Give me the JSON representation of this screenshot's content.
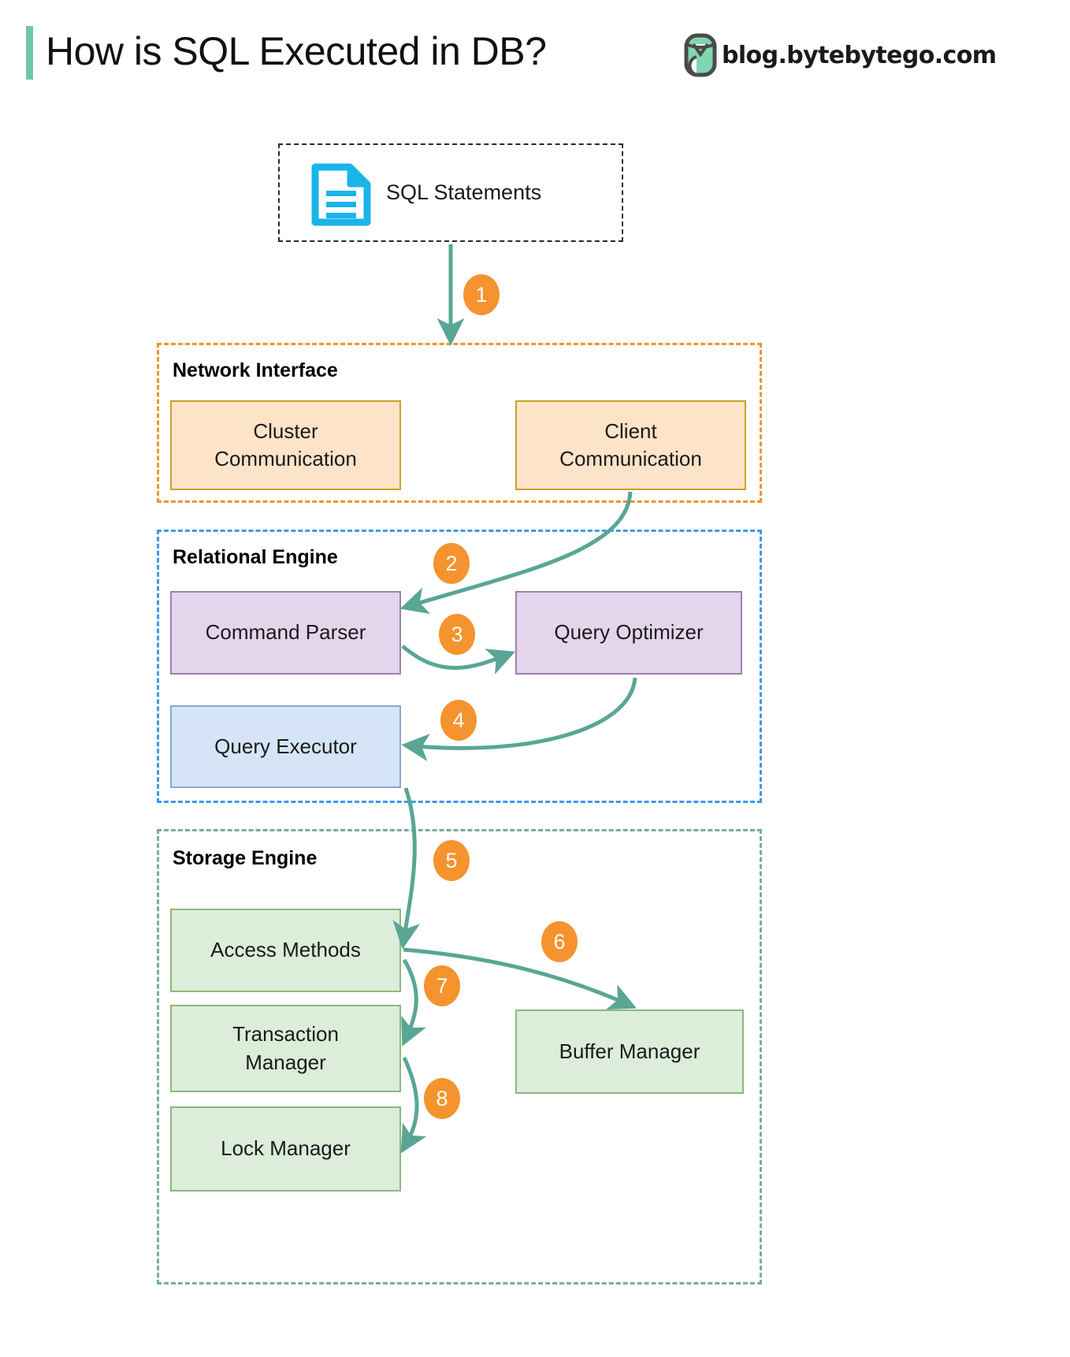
{
  "header": {
    "title": "How is SQL Executed in DB?",
    "brand_text": "blog.bytebytego.com",
    "accent_color": "#6ec8a8"
  },
  "diagram": {
    "source": {
      "label": "SQL Statements",
      "icon": "document-lines-icon",
      "icon_color": "#19b5e8",
      "border_style": "dashed",
      "border_color": "#2b2b2b"
    },
    "groups": [
      {
        "id": "network-interface",
        "label": "Network Interface",
        "border_color": "#e8982f",
        "nodes": [
          {
            "id": "cluster-communication",
            "label": "Cluster\nCommunication",
            "fill": "#fde3c8",
            "stroke": "#c9a227"
          },
          {
            "id": "client-communication",
            "label": "Client\nCommunication",
            "fill": "#fde3c8",
            "stroke": "#c9a227"
          }
        ]
      },
      {
        "id": "relational-engine",
        "label": "Relational Engine",
        "border_color": "#3d9ae8",
        "nodes": [
          {
            "id": "command-parser",
            "label": "Command Parser",
            "fill": "#e4d5ec",
            "stroke": "#9b7fae"
          },
          {
            "id": "query-optimizer",
            "label": "Query Optimizer",
            "fill": "#e4d5ec",
            "stroke": "#9b7fae"
          },
          {
            "id": "query-executor",
            "label": "Query Executor",
            "fill": "#d6e4f7",
            "stroke": "#8aa8cc"
          }
        ]
      },
      {
        "id": "storage-engine",
        "label": "Storage Engine",
        "border_color": "#79ad9c",
        "nodes": [
          {
            "id": "access-methods",
            "label": "Access Methods",
            "fill": "#dcedda",
            "stroke": "#8bb97d"
          },
          {
            "id": "transaction-manager",
            "label": "Transaction\nManager",
            "fill": "#dcedda",
            "stroke": "#8bb97d"
          },
          {
            "id": "lock-manager",
            "label": "Lock Manager",
            "fill": "#dcedda",
            "stroke": "#8bb97d"
          },
          {
            "id": "buffer-manager",
            "label": "Buffer Manager",
            "fill": "#dcedda",
            "stroke": "#8bb97d"
          }
        ]
      }
    ],
    "arrow_color": "#59a696",
    "badge_color": "#f5932e",
    "steps": [
      {
        "n": "1",
        "from": "sql-statements",
        "to": "network-interface"
      },
      {
        "n": "2",
        "from": "client-communication",
        "to": "command-parser"
      },
      {
        "n": "3",
        "from": "command-parser",
        "to": "query-optimizer"
      },
      {
        "n": "4",
        "from": "query-optimizer",
        "to": "query-executor"
      },
      {
        "n": "5",
        "from": "query-executor",
        "to": "access-methods"
      },
      {
        "n": "6",
        "from": "access-methods",
        "to": "buffer-manager"
      },
      {
        "n": "7",
        "from": "access-methods",
        "to": "transaction-manager"
      },
      {
        "n": "8",
        "from": "transaction-manager",
        "to": "lock-manager"
      }
    ]
  }
}
